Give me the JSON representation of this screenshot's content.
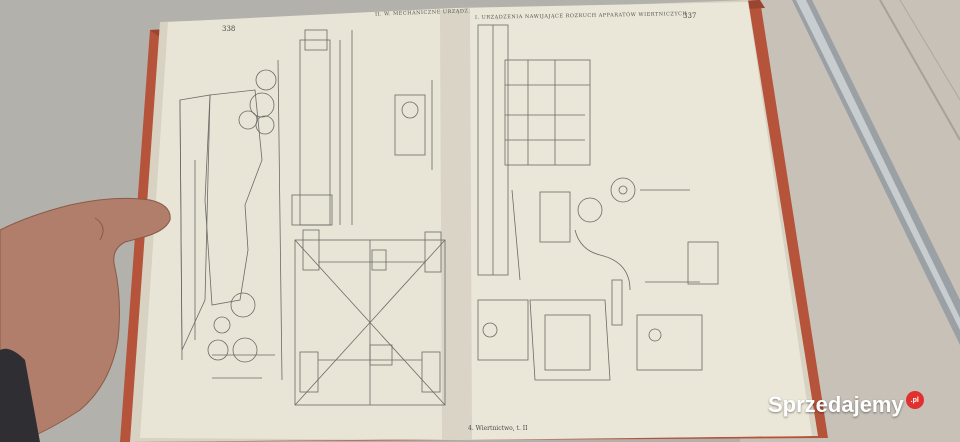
{
  "book": {
    "left_page": {
      "page_number": "338",
      "running_head": "II. W. MECHANICZNE URZĄDZ."
    },
    "right_page": {
      "page_number": "337",
      "running_head": "I. URZĄDZENIA NAWIJAJĄCE ROZRUCH APPARATÓW WIERTNICZYCH",
      "footer_text": "4. Wiertnictwo, t. II"
    }
  },
  "watermark": {
    "text": "Sprzedajemy",
    "badge": ".pl"
  },
  "colors": {
    "cover": "#b5543a",
    "paper": "#e8e4d6",
    "background": "#b9b7b1",
    "watermark_badge": "#e0312f"
  }
}
